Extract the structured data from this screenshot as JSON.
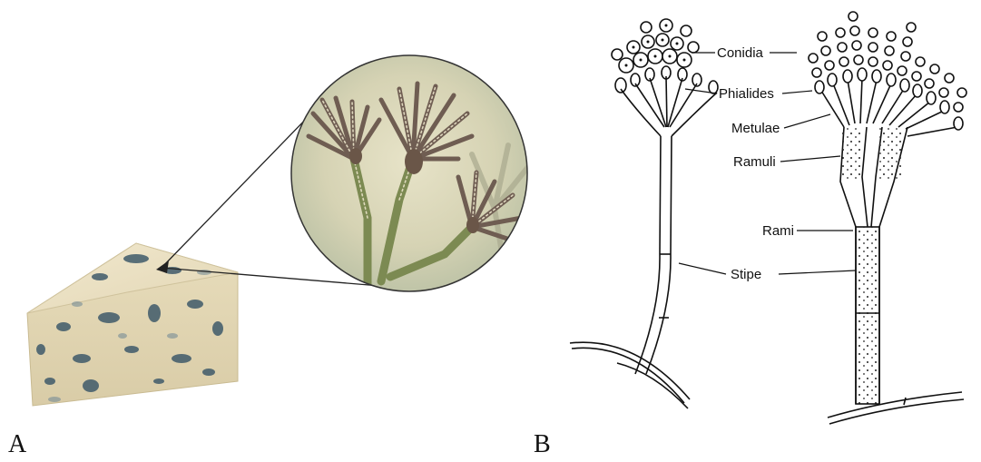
{
  "panels": {
    "a": {
      "letter": "A"
    },
    "b": {
      "letter": "B"
    }
  },
  "labels": {
    "conidia": "Conidia",
    "phialides": "Phialides",
    "metulae": "Metulae",
    "ramuli": "Ramuli",
    "rami": "Rami",
    "stipe": "Stipe"
  },
  "colors": {
    "cheese": "#e9dfc0",
    "mold_vein": "#3f5a6a",
    "magnifier_bg": "#d9d6b8",
    "hypha": "#7c8a52",
    "ink": "#111111"
  }
}
